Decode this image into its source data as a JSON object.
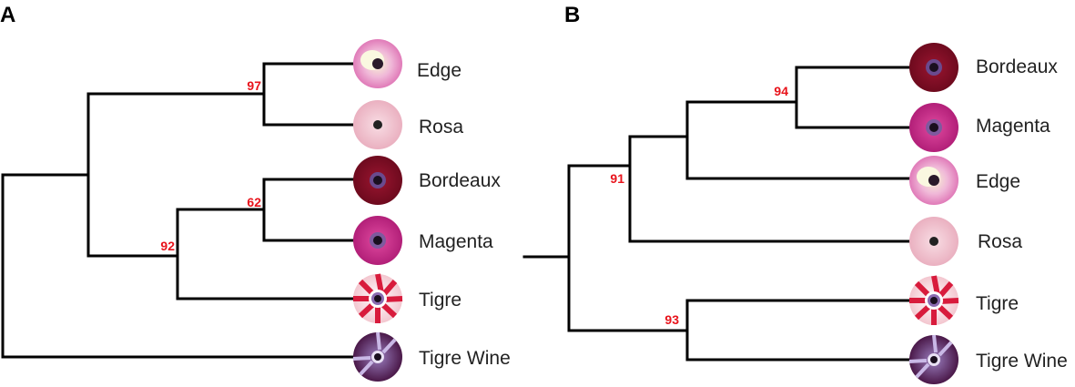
{
  "colors": {
    "branch": "#000000",
    "support": "#e8131b",
    "label": "#222222"
  },
  "panels": [
    {
      "label": "A",
      "leaves": [
        {
          "name": "Edge",
          "flower": "edge"
        },
        {
          "name": "Rosa",
          "flower": "rosa"
        },
        {
          "name": "Bordeaux",
          "flower": "bordeaux"
        },
        {
          "name": "Magenta",
          "flower": "magenta"
        },
        {
          "name": "Tigre",
          "flower": "tigre"
        },
        {
          "name": "Tigre Wine",
          "flower": "tigrewine"
        }
      ],
      "support_values": [
        "97",
        "62",
        "92"
      ]
    },
    {
      "label": "B",
      "leaves": [
        {
          "name": "Bordeaux",
          "flower": "bordeaux"
        },
        {
          "name": "Magenta",
          "flower": "magenta"
        },
        {
          "name": "Edge",
          "flower": "edge"
        },
        {
          "name": "Rosa",
          "flower": "rosa"
        },
        {
          "name": "Tigre",
          "flower": "tigre"
        },
        {
          "name": "Tigre Wine",
          "flower": "tigrewine"
        }
      ],
      "support_values": [
        "94",
        "91",
        "93"
      ]
    }
  ]
}
